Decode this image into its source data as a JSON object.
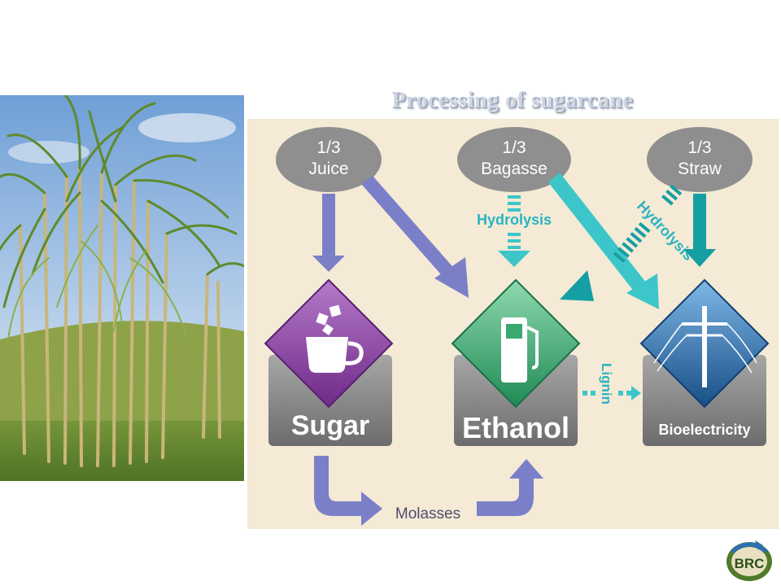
{
  "slide": {
    "title": "Processing of sugarcane"
  },
  "diagram": {
    "sources": [
      {
        "fraction": "1/3",
        "name": "Juice"
      },
      {
        "fraction": "1/3",
        "name": "Bagasse"
      },
      {
        "fraction": "1/3",
        "name": "Straw"
      }
    ],
    "products": [
      {
        "name": "Sugar",
        "icon": "cup-icon",
        "color": "#8a3fa0"
      },
      {
        "name": "Ethanol",
        "icon": "fuel-pump-icon",
        "color": "#2fa66f"
      },
      {
        "name": "Bioelectricity",
        "icon": "power-line-icon",
        "color": "#1f6aa8"
      }
    ],
    "process_labels": {
      "hydrolysis_bagasse": "Hydrolysis",
      "hydrolysis_straw": "Hydrolysis",
      "lignin": "Lignin",
      "molasses": "Molasses"
    },
    "colors": {
      "juice_arrow": "#7b7fc7",
      "bagasse_arrow": "#3cc6c9",
      "straw_arrow": "#159fa3",
      "source_bubble": "#8f8f8f",
      "background": "#f4ead6"
    }
  },
  "logo": {
    "text": "BRC"
  }
}
